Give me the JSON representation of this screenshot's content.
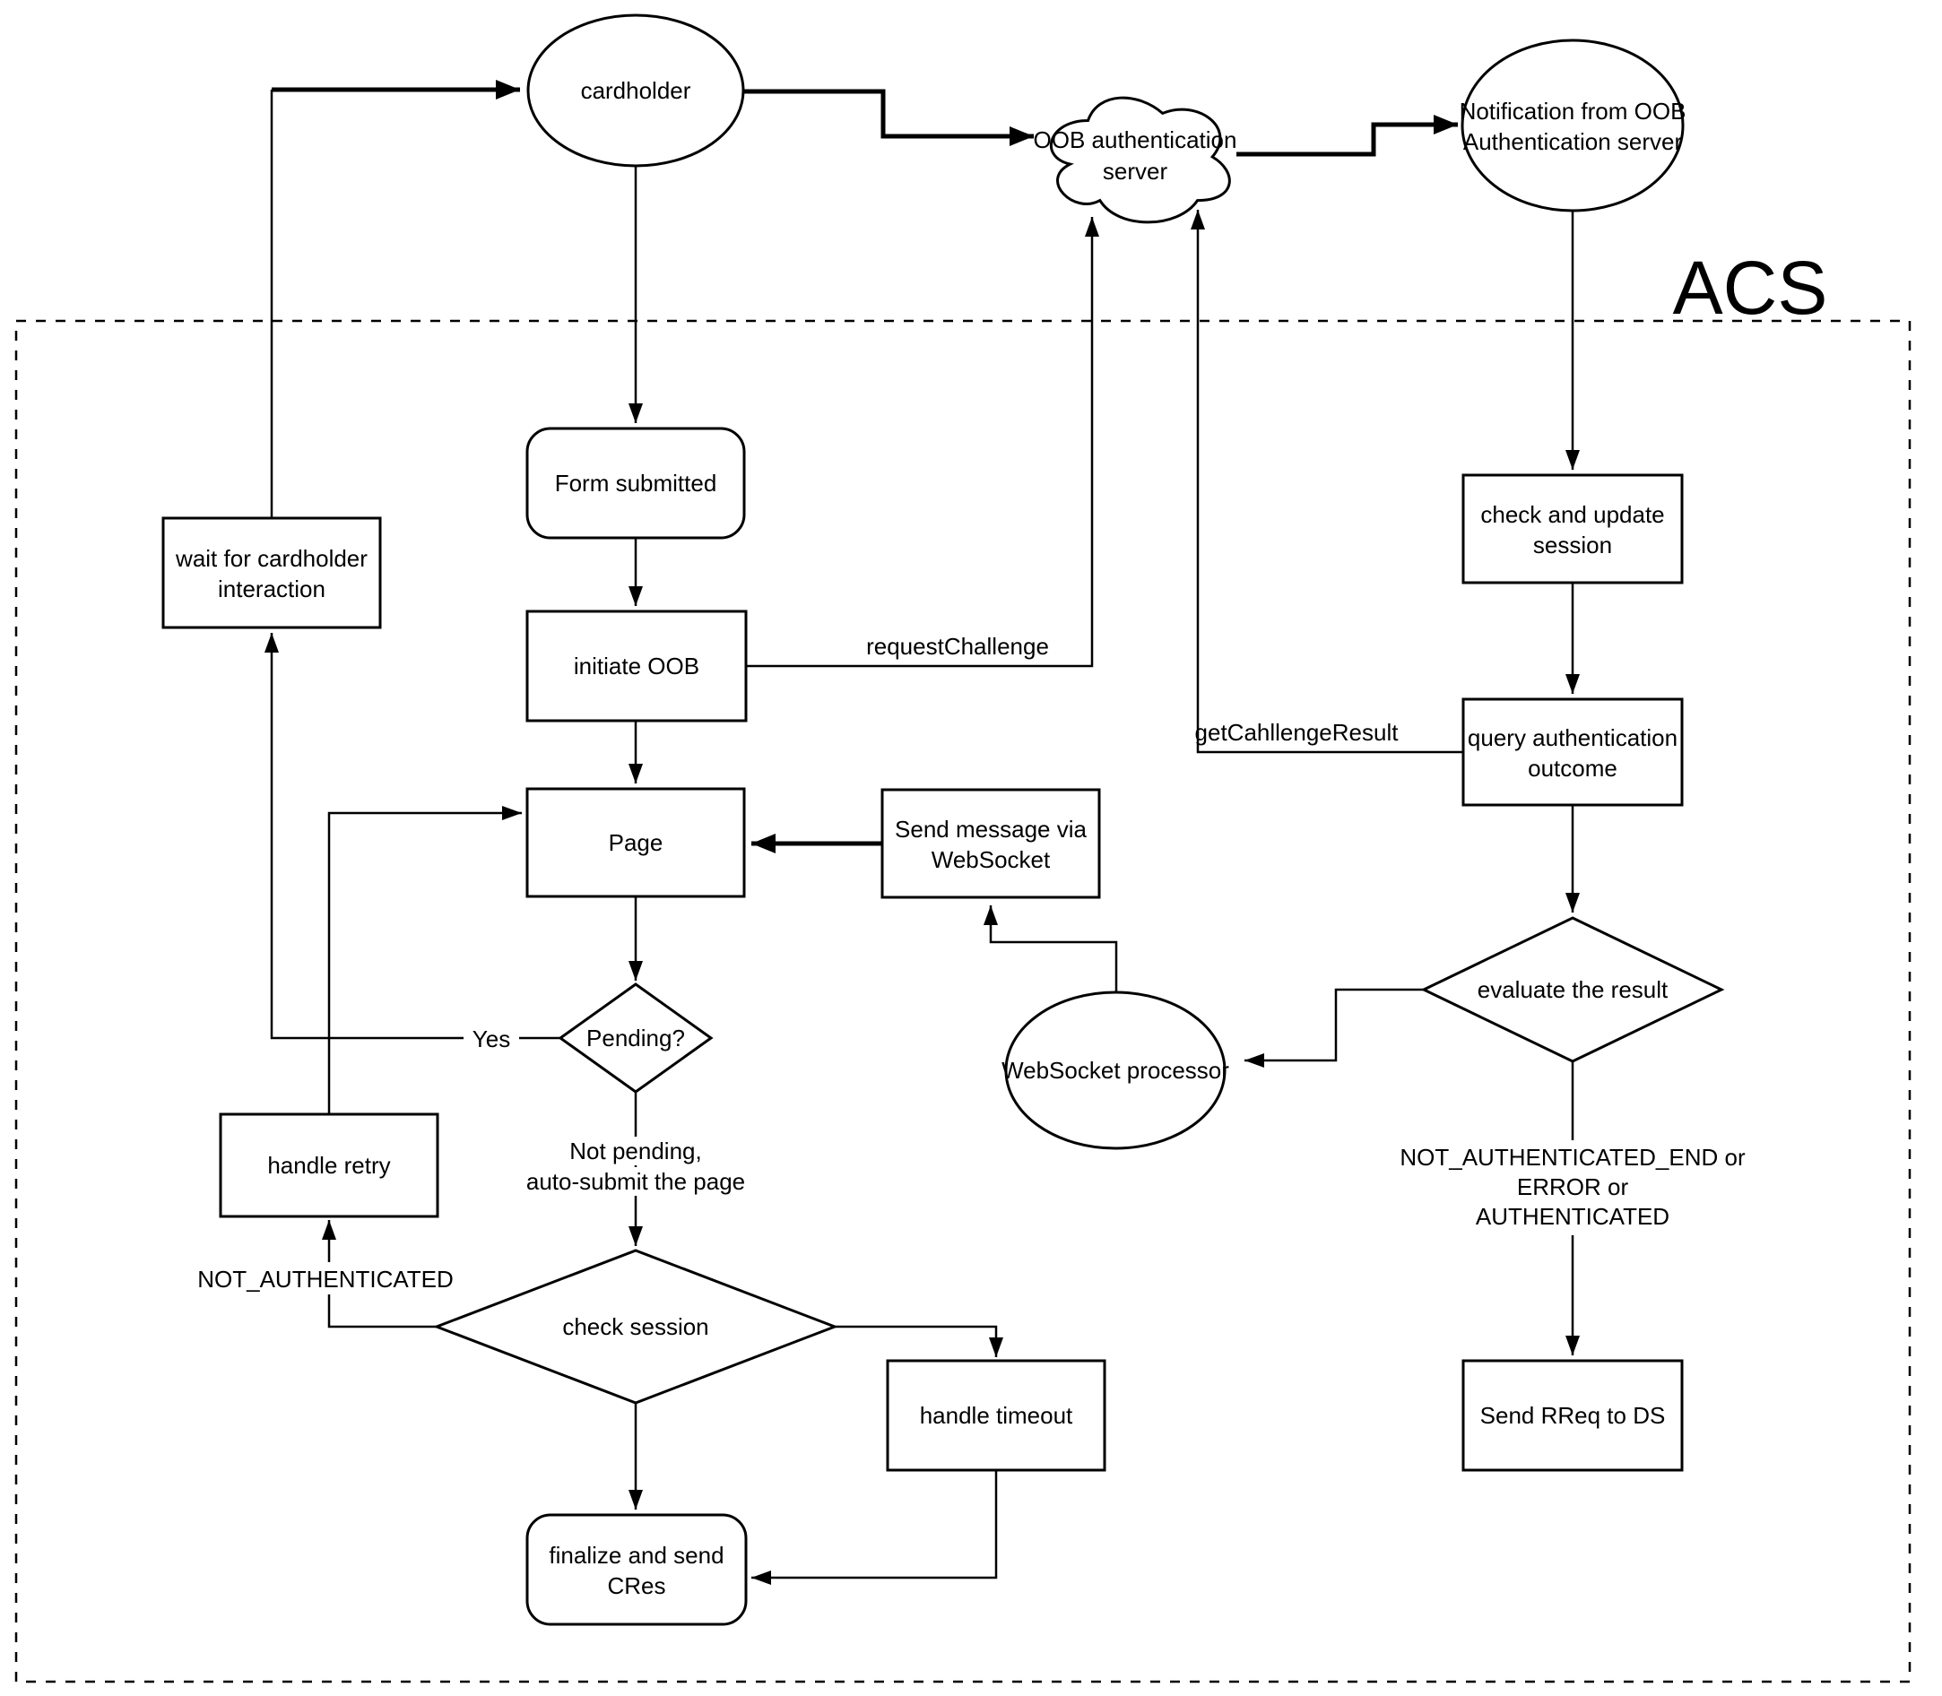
{
  "diagram": {
    "region_label": "ACS",
    "nodes": {
      "cardholder": {
        "type": "ellipse",
        "label": "cardholder"
      },
      "oob_auth_server": {
        "type": "cloud",
        "line1": "OOB authentication",
        "line2": "server"
      },
      "notification_oob": {
        "type": "ellipse",
        "line1": "Notification from OOB",
        "line2": "Authentication server"
      },
      "wait_cardholder": {
        "type": "rect",
        "line1": "wait for cardholder",
        "line2": "interaction"
      },
      "form_submitted": {
        "type": "rounded-rect",
        "label": "Form submitted"
      },
      "initiate_oob": {
        "type": "rect",
        "label": "initiate OOB"
      },
      "page": {
        "type": "rect",
        "label": "Page"
      },
      "send_msg_ws": {
        "type": "rect",
        "line1": "Send message via",
        "line2": "WebSocket"
      },
      "check_update_session": {
        "type": "rect",
        "line1": "check and update",
        "line2": "session"
      },
      "query_auth_outcome": {
        "type": "rect",
        "line1": "query authentication",
        "line2": "outcome"
      },
      "pending": {
        "type": "diamond",
        "label": "Pending?"
      },
      "evaluate_result": {
        "type": "diamond",
        "label": "evaluate the result"
      },
      "ws_processor": {
        "type": "ellipse",
        "label": "WebSocket processor"
      },
      "handle_retry": {
        "type": "rect",
        "label": "handle retry"
      },
      "check_session": {
        "type": "diamond",
        "label": "check session"
      },
      "handle_timeout": {
        "type": "rect",
        "label": "handle timeout"
      },
      "finalize_cres": {
        "type": "rounded-rect",
        "line1": "finalize and send",
        "line2": "CRes"
      },
      "send_rreq_ds": {
        "type": "rect",
        "label": "Send RReq to DS"
      }
    },
    "edge_labels": {
      "request_challenge": "requestChallenge",
      "get_challenge_result": "getCahllengeResult",
      "yes": "Yes",
      "not_pending_1": "Not pending,",
      "not_pending_2": "auto-submit the page",
      "not_authenticated": "NOT_AUTHENTICATED",
      "eval_outcome_1": "NOT_AUTHENTICATED_END or",
      "eval_outcome_2": "ERROR or",
      "eval_outcome_3": "AUTHENTICATED"
    },
    "colors": {
      "line": "#000000",
      "background": "#ffffff",
      "text": "#000000"
    }
  }
}
